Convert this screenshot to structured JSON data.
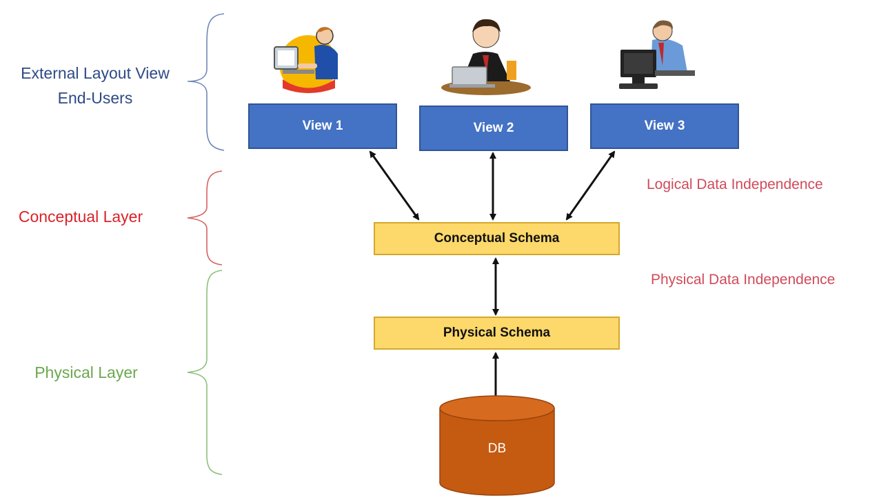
{
  "layers": {
    "external_line1": "External Layout View",
    "external_line2": "End-Users",
    "conceptual": "Conceptual Layer",
    "physical": "Physical Layer"
  },
  "views": [
    "View 1",
    "View 2",
    "View 3"
  ],
  "schemas": {
    "conceptual": "Conceptual Schema",
    "physical": "Physical Schema"
  },
  "independence": {
    "logical": "Logical Data Independence",
    "physical": "Physical Data Independence"
  },
  "database": "DB",
  "colors": {
    "external": "#2e4a86",
    "conceptual": "#d8232a",
    "physical": "#6aa84f",
    "independence": "#d04a5a",
    "view_fill": "#4472c4",
    "schema_fill": "#fdd86a",
    "db_fill": "#c55a11"
  },
  "icons": [
    "user-computer-icon",
    "user-laptop-icon",
    "user-monitor-icon"
  ]
}
